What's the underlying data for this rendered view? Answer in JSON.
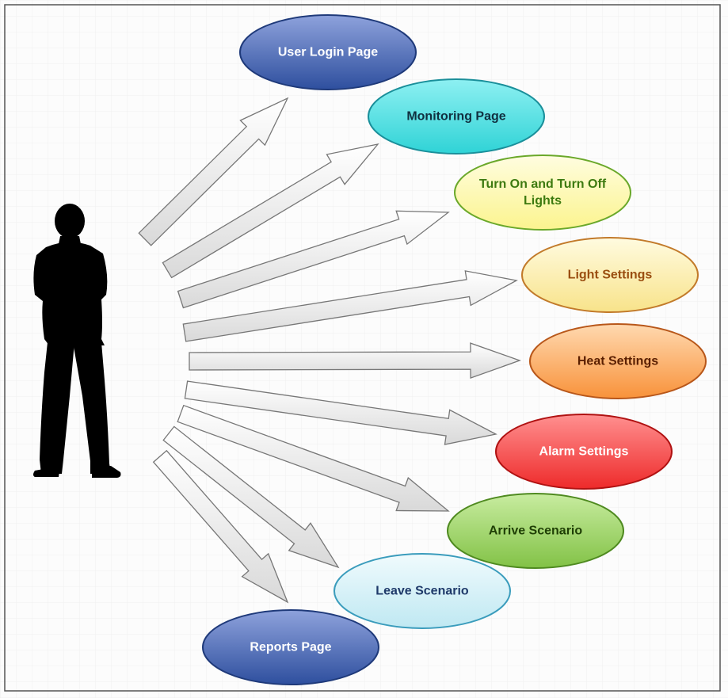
{
  "diagram": {
    "actor": {
      "icon": "person-silhouette-icon"
    },
    "use_cases": [
      {
        "id": "user-login-page",
        "label": "User Login Page",
        "lines": [
          "User Login Page"
        ],
        "fill_top": "#8ea2dc",
        "fill_bottom": "#2e4f9e",
        "stroke": "#1f3a7a",
        "text_color": "#ffffff"
      },
      {
        "id": "monitoring-page",
        "label": "Monitoring Page",
        "lines": [
          "Monitoring Page"
        ],
        "fill_top": "#8ef0f2",
        "fill_bottom": "#2fd3d6",
        "stroke": "#1a8f9a",
        "text_color": "#103040"
      },
      {
        "id": "turn-on-off-lights",
        "label": "Turn On and Turn Off Lights",
        "lines": [
          "Turn On and Turn Off",
          "Lights"
        ],
        "fill_top": "#fffde0",
        "fill_bottom": "#fbf48e",
        "stroke": "#6aa82a",
        "text_color": "#3d7a10"
      },
      {
        "id": "light-settings",
        "label": "Light Settings",
        "lines": [
          "Light Settings"
        ],
        "fill_top": "#fffbe0",
        "fill_bottom": "#f8e38a",
        "stroke": "#c27a2a",
        "text_color": "#9a4e10"
      },
      {
        "id": "heat-settings",
        "label": "Heat Settings",
        "lines": [
          "Heat Settings"
        ],
        "fill_top": "#ffd9b0",
        "fill_bottom": "#f8923a",
        "stroke": "#b8571a",
        "text_color": "#5a1f00"
      },
      {
        "id": "alarm-settings",
        "label": "Alarm Settings",
        "lines": [
          "Alarm Settings"
        ],
        "fill_top": "#ff9090",
        "fill_bottom": "#ee2a2a",
        "stroke": "#b01212",
        "text_color": "#ffffff"
      },
      {
        "id": "arrive-scenario",
        "label": "Arrive Scenario",
        "lines": [
          "Arrive Scenario"
        ],
        "fill_top": "#c8eca0",
        "fill_bottom": "#82c246",
        "stroke": "#4f8a20",
        "text_color": "#1f3f05"
      },
      {
        "id": "leave-scenario",
        "label": "Leave Scenario",
        "lines": [
          "Leave Scenario"
        ],
        "fill_top": "#f0fbfd",
        "fill_bottom": "#bfe8f2",
        "stroke": "#3a9cbc",
        "text_color": "#1f3a6a"
      },
      {
        "id": "reports-page",
        "label": "Reports Page",
        "lines": [
          "Reports Page"
        ],
        "fill_top": "#8ea2dc",
        "fill_bottom": "#2e4f9e",
        "stroke": "#1f3a7a",
        "text_color": "#ffffff"
      }
    ],
    "colors": {
      "arrow_fill_top": "#ffffff",
      "arrow_fill_bottom": "#dcdcdc",
      "arrow_stroke": "#777777",
      "actor": "#000000",
      "frame": "#555555",
      "grid": "#ececec",
      "background": "#fcfcfc"
    }
  }
}
